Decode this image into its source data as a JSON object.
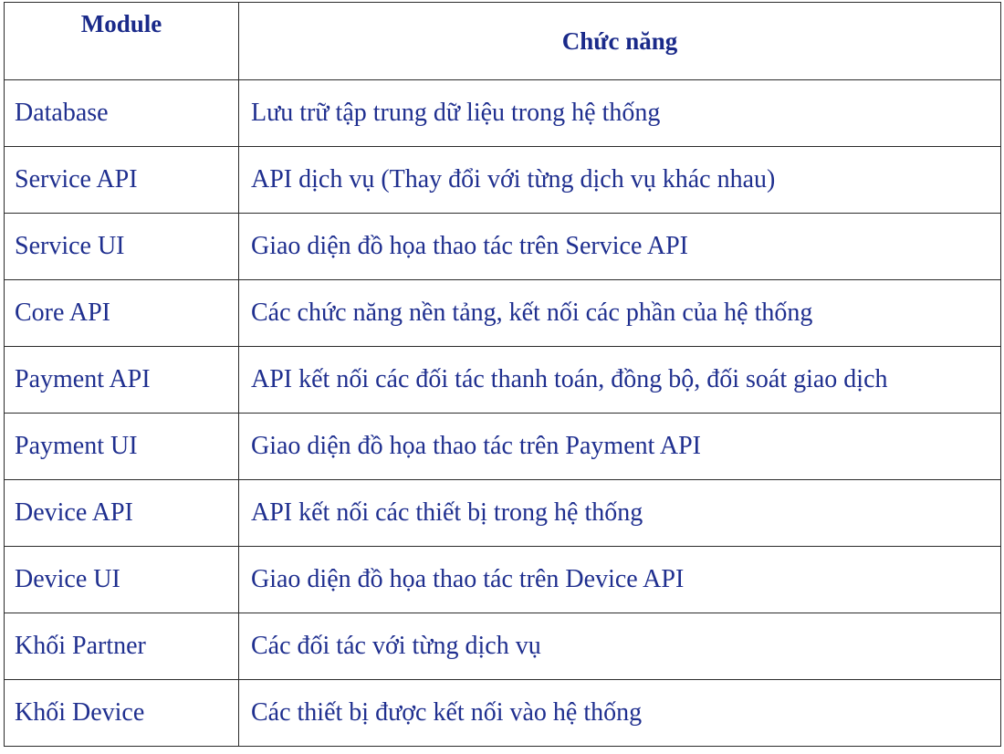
{
  "table": {
    "headers": {
      "module": "Module",
      "function": "Chức năng"
    },
    "rows": [
      {
        "module": "Database",
        "function": "Lưu trữ tập trung dữ liệu trong hệ thống"
      },
      {
        "module": "Service API",
        "function": "API dịch vụ (Thay đổi với từng dịch vụ khác nhau)"
      },
      {
        "module": "Service UI",
        "function": "Giao diện đồ họa thao tác trên Service API"
      },
      {
        "module": "Core API",
        "function": "Các chức năng nền tảng, kết nối các phần của hệ thống"
      },
      {
        "module": "Payment API",
        "function": "API kết nối các đối tác thanh toán, đồng bộ, đối soát giao dịch"
      },
      {
        "module": "Payment UI",
        "function": "Giao diện đồ họa thao tác trên Payment API"
      },
      {
        "module": "Device API",
        "function": "API kết nối các thiết bị trong hệ thống"
      },
      {
        "module": "Device UI",
        "function": "Giao diện đồ họa thao tác trên Device API"
      },
      {
        "module": "Khối Partner",
        "function": "Các đối tác với từng dịch vụ"
      },
      {
        "module": "Khối Device",
        "function": "Các thiết bị được kết nối vào hệ thống"
      }
    ]
  }
}
